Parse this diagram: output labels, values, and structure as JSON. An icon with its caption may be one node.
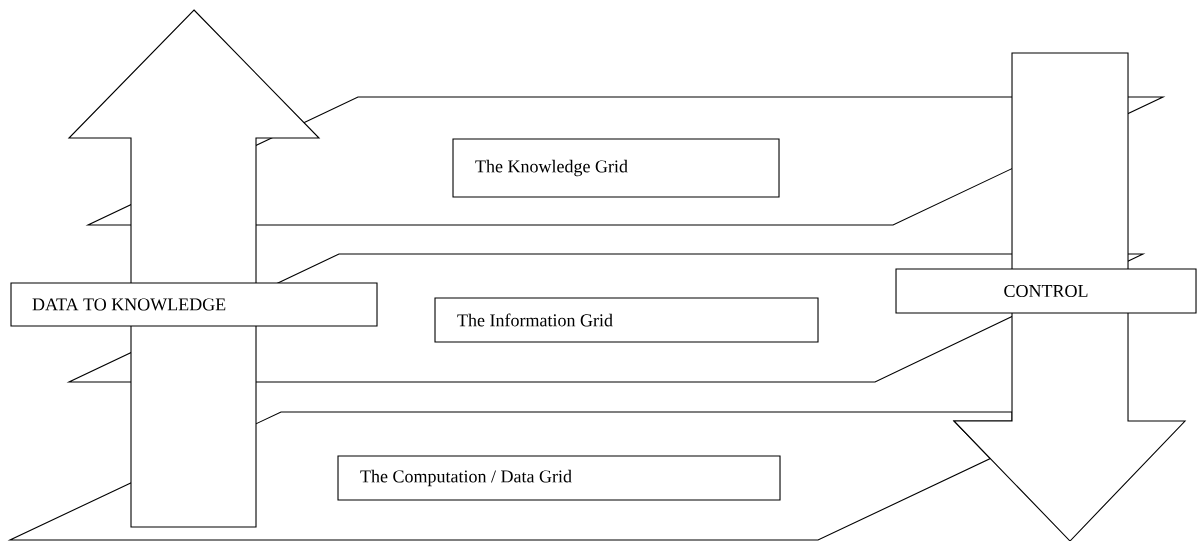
{
  "diagram": {
    "nodes": [
      {
        "text": [],
        "shape": "arrow"
      },
      {
        "text": [
          "DATA TO KNOWLEDGE"
        ]
      },
      {
        "text": [],
        "shape": "parallelogram"
      },
      {
        "text": [
          "The Knowledge Grid"
        ],
        "in": 2
      },
      {
        "text": [],
        "shape": "arrow"
      },
      {
        "text": [
          "CONTROL"
        ]
      },
      {
        "text": [],
        "shape": "parallelogram"
      },
      {
        "text": [
          "The Information Grid"
        ],
        "in": 6
      },
      {
        "text": [],
        "shape": "parallelogram"
      },
      {
        "text": [
          "The Computation / Data Grid"
        ],
        "in": 8
      }
    ]
  }
}
